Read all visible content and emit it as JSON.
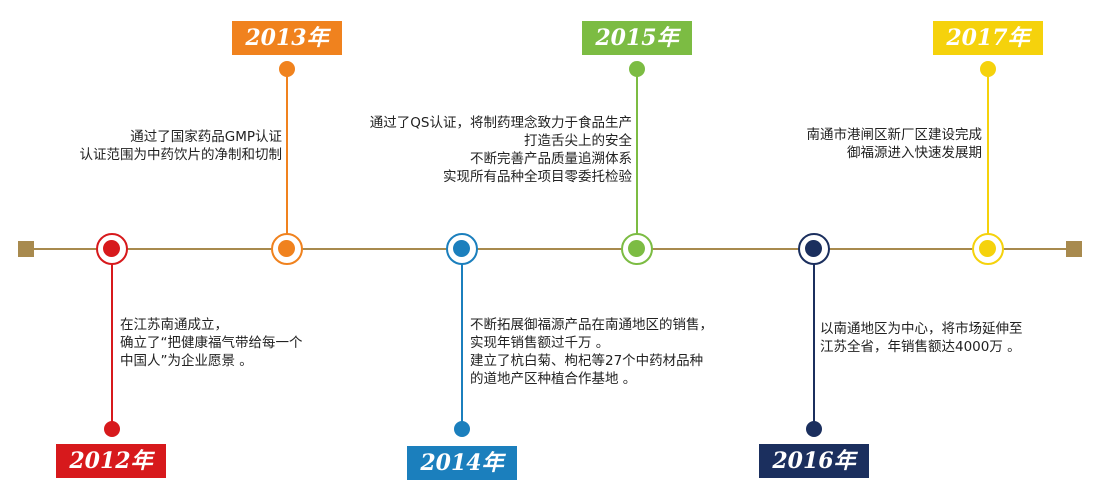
{
  "milestones": [
    {
      "year": "2012年",
      "color": "#d7191c",
      "position": "below",
      "lines": [
        "在江苏南通成立，",
        "确立了“把健康福气带给每一个",
        "中国人”为企业愿景 。"
      ]
    },
    {
      "year": "2013年",
      "color": "#f0821e",
      "position": "above",
      "lines": [
        "通过了国家药品GMP认证",
        "认证范围为中药饮片的净制和切制"
      ]
    },
    {
      "year": "2014年",
      "color": "#1b7fbd",
      "position": "below",
      "lines": [
        "不断拓展御福源产品在南通地区的销售，",
        "实现年销售额过千万 。",
        "建立了杭白菊、枸杞等27个中药材品种",
        "的道地产区种植合作基地 。"
      ]
    },
    {
      "year": "2015年",
      "color": "#7cbc43",
      "position": "above",
      "lines": [
        "通过了QS认证，将制药理念致力于食品生产",
        "打造舌尖上的安全",
        "不断完善产品质量追溯体系",
        "实现所有品种全项目零委托检验"
      ]
    },
    {
      "year": "2016年",
      "color": "#1b2f5e",
      "position": "below",
      "lines": [
        "以南通地区为中心，将市场延伸至",
        "江苏全省，年销售额达4000万 。"
      ]
    },
    {
      "year": "2017年",
      "color": "#f5d20c",
      "position": "above",
      "lines": [
        "南通市港闸区新厂区建设完成",
        "御福源进入快速发展期"
      ]
    }
  ],
  "axis_color": "#a88a4e"
}
